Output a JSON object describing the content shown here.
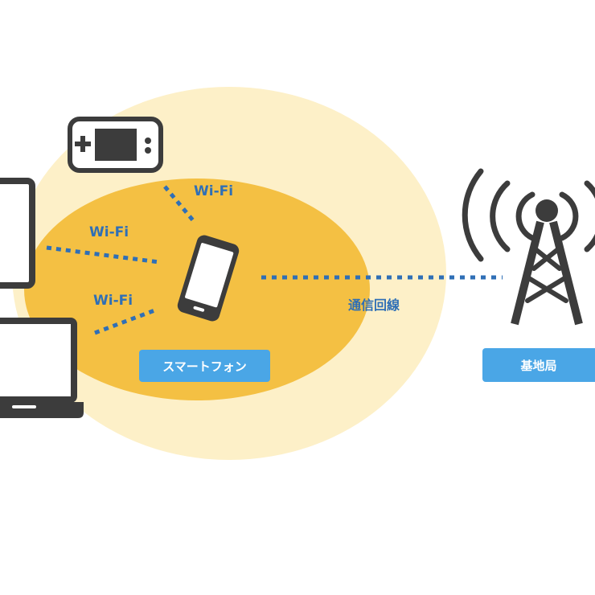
{
  "labels": {
    "wifi_game": "Wi-Fi",
    "wifi_tablet": "Wi-Fi",
    "wifi_laptop": "Wi-Fi",
    "line": "通信回線",
    "smartphone": "スマートフォン",
    "base_station": "基地局"
  },
  "colors": {
    "outer_zone": "#fdf0c8",
    "inner_zone": "#f4c043",
    "device": "#3c3c3c",
    "link_dots": "#2f6fb6",
    "badge": "#4aa6e6"
  },
  "icons": [
    "game-console-icon",
    "tablet-icon",
    "laptop-icon",
    "smartphone-icon",
    "cell-tower-icon"
  ]
}
